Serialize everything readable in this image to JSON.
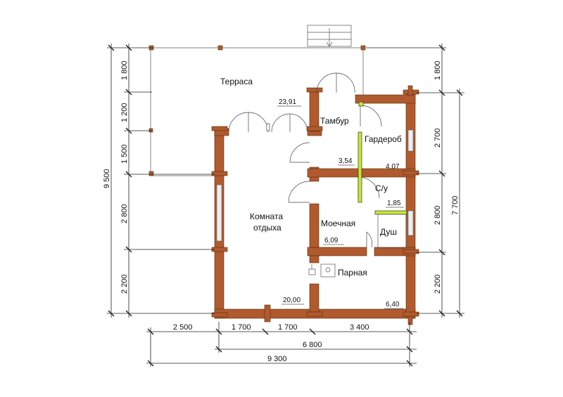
{
  "rooms": {
    "terrace": "Терраса",
    "vestibule": "Тамбур",
    "wardrobe": "Гардероб",
    "bathroom": "С/у",
    "shower": "Душ",
    "washroom": "Моечная",
    "rest_room_line1": "Комната",
    "rest_room_line2": "отдыха",
    "steam_room": "Парная"
  },
  "areas": {
    "terrace": "23,91",
    "vestibule": "3,54",
    "wardrobe": "4,07",
    "bathroom": "1,85",
    "washroom": "6,09",
    "rest_room": "20,00",
    "steam_room": "6,40"
  },
  "dimensions": {
    "bottom_row1": [
      "2 500",
      "1 700",
      "1 700",
      "3 400"
    ],
    "bottom_row2": "6 800",
    "bottom_row3": "9 300",
    "left_inner": [
      "1 800",
      "1 200",
      "1 500",
      "2 800",
      "2 200"
    ],
    "left_outer": "9 500",
    "right_inner": [
      "1 800",
      "2 700",
      "2 800",
      "2 200"
    ],
    "right_outer": "7 700"
  }
}
